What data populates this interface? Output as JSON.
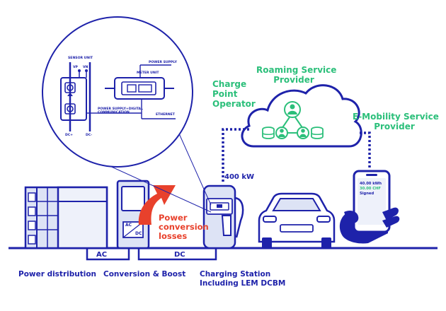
{
  "labels": {
    "power_distribution": "Power distribution",
    "conversion_boost": "Conversion & Boost",
    "charging_station_line1": "Charging Station",
    "charging_station_line2": "Including LEM DCBM",
    "ac": "AC",
    "dc": "DC",
    "power_kw": "400 kW",
    "power_conversion_line1": "Power",
    "power_conversion_line2": "conversion",
    "power_conversion_line3": "losses",
    "charge_point_line1": "Charge",
    "charge_point_line2": "Point",
    "charge_point_line3": "Operator",
    "roaming_line1": "Roaming Service",
    "roaming_line2": "Provider",
    "emobility_line1": "E-Mobility Service",
    "emobility_line2": "Provider",
    "converter_ac": "AC",
    "converter_dc": "DC"
  },
  "zoom": {
    "sensor_unit": "SENSOR UNIT",
    "vp": "VP",
    "vn": "VN",
    "power_supply": "POWER SUPPLY",
    "meter_unit": "METER UNIT",
    "power_supply_digital_line1": "POWER SUPPLY+DIGITAL",
    "power_supply_digital_line2": "COMMUNICATION",
    "ethernet": "ETHERNET",
    "dc_plus": "DC+",
    "dc_minus": "DC-"
  },
  "phone": {
    "energy": "40.00 kWh",
    "price": "30.00 CHF",
    "status": "Signed"
  },
  "colors": {
    "primary": "#1e22aa",
    "accent_green": "#2bbf7a",
    "accent_red": "#e8412c",
    "light_blue": "#dde3f5"
  }
}
